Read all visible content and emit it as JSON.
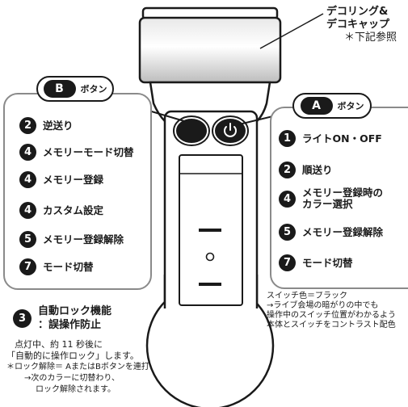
{
  "cap_callout": {
    "line1": "デコリング&",
    "line2": "デコキャップ",
    "line3": "＊下記参照"
  },
  "b_panel": {
    "badge": "B",
    "label": "ボタン",
    "items": [
      {
        "num": "2",
        "label": "逆送り"
      },
      {
        "num": "4",
        "label": "メモリーモード切替"
      },
      {
        "num": "4",
        "label": "メモリー登録"
      },
      {
        "num": "4",
        "label": "カスタム設定"
      },
      {
        "num": "5",
        "label": "メモリー登録解除"
      },
      {
        "num": "7",
        "label": "モード切替"
      }
    ]
  },
  "a_panel": {
    "badge": "A",
    "label": "ボタン",
    "items": [
      {
        "num": "1",
        "label": "ライトON・OFF"
      },
      {
        "num": "2",
        "label": "順送り"
      },
      {
        "num": "4",
        "label_l1": "メモリー登録時の",
        "label_l2": "カラー選択"
      },
      {
        "num": "5",
        "label": "メモリー登録解除"
      },
      {
        "num": "7",
        "label": "モード切替"
      }
    ]
  },
  "switch_note": {
    "l1": "スイッチ色＝ブラック",
    "l2": "→ライブ会場の暗がりの中でも",
    "l3": "操作中のスイッチ位置がわかるよう",
    "l4": "本体とスイッチをコントラスト配色"
  },
  "autolock": {
    "num": "3",
    "title1": "自動ロック機能",
    "title2": "：誤操作防止",
    "l1": "点灯中、約 11 秒後に",
    "l2": "「自動的に操作ロック」します。",
    "l3": "＊ロック解除＝ AまたはBボタンを連打",
    "l4": "→次のカラーに切替わり、",
    "l5": "ロック解除されます。"
  },
  "colors": {
    "ink": "#1a1a1a",
    "panel_border": "#8a8a8a",
    "cap_silver": "#c9c9c9"
  }
}
